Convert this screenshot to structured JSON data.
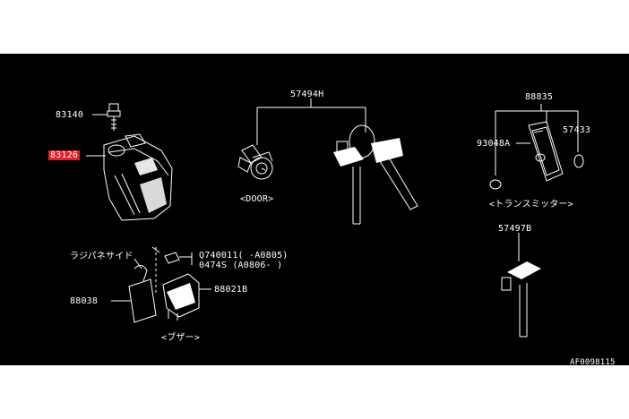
{
  "diagram": {
    "parts": {
      "p83140": "83140",
      "p83126": "83126",
      "p57494h": "57494H",
      "door_caption": "<DOOR>",
      "p88835": "88835",
      "p93048a": "93048A",
      "p57433": "57433",
      "transmitter_caption": "<トランスミッター>",
      "p57497b": "57497B",
      "radiator_side": "ラジパネサイド",
      "bolt_line1": "Q740011(   -A0805)",
      "bolt_line2": "0474S  (A0806-   )",
      "p88038": "88038",
      "p88021b": "88021B",
      "buzzer_caption": "<ブザー>",
      "corner_code": "AF0098115"
    },
    "highlight_color": "#e0202a"
  }
}
